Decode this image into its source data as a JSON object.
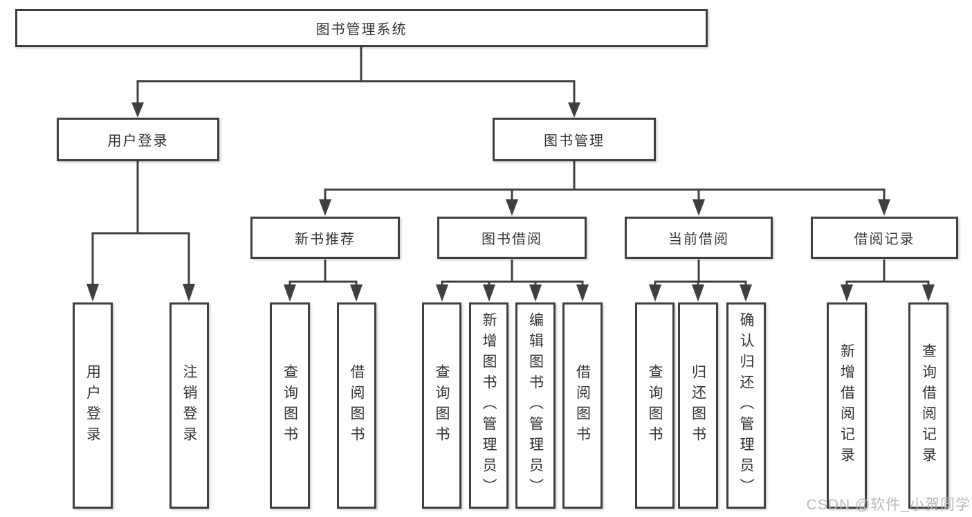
{
  "watermark": "CSDN @软件_小贺同学",
  "colors": {
    "line": "#3f3f3f",
    "box_border": "#3f3f3f",
    "text": "#333333",
    "watermark": "#b5b5b5",
    "background": "#ffffff"
  },
  "tree": {
    "root": "图书管理系统",
    "branches": [
      {
        "label": "用户登录",
        "children": [
          "用户登录",
          "注销登录"
        ]
      },
      {
        "label": "图书管理",
        "groups": [
          {
            "label": "新书推荐",
            "children": [
              "查询图书",
              "借阅图书"
            ]
          },
          {
            "label": "图书借阅",
            "children": [
              "查询图书",
              "新增图书（管理员）",
              "编辑图书（管理员）",
              "借阅图书"
            ]
          },
          {
            "label": "当前借阅",
            "children": [
              "查询图书",
              "归还图书",
              "确认归还（管理员）"
            ]
          },
          {
            "label": "借阅记录",
            "children": [
              "新增借阅记录",
              "查询借阅记录"
            ]
          }
        ]
      }
    ]
  }
}
